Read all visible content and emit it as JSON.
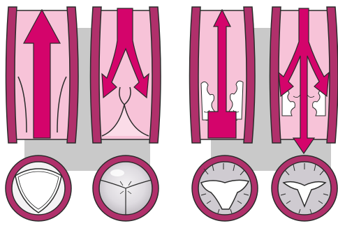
{
  "diagram": {
    "panel_pairs": [
      {
        "name": "normal-valve",
        "states": [
          "open",
          "closed"
        ]
      },
      {
        "name": "diseased-valve",
        "states": [
          "open",
          "closed"
        ]
      }
    ]
  },
  "colors": {
    "background": "#ffffff",
    "backdrop_gray": "#c9c9c9",
    "vessel_wall": "#b0306b",
    "vessel_lumen": "#f7c3d8",
    "vessel_lumen_light": "#fbdce8",
    "flow_arrow": "#d4046b",
    "outline": "#2b2b2b",
    "valve_face": "#f4f2f4",
    "valve_shadow": "#bfbcc2",
    "lesion_white": "#ffffff"
  },
  "icons": [
    "arrow-up-icon",
    "arrow-down-branching-icon",
    "valve-cusp-icon",
    "calcified-deposit-icon"
  ]
}
